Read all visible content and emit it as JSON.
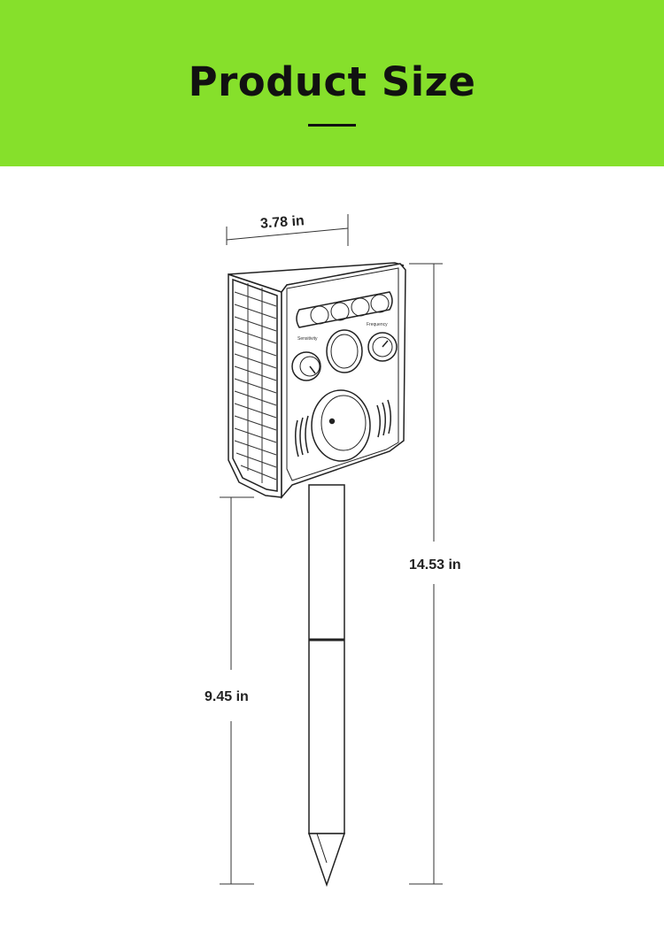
{
  "header": {
    "title": "Product Size",
    "background_color": "#86e02b"
  },
  "dimensions": {
    "width": "3.78 in",
    "total_height": "14.53 in",
    "stake_length": "9.45 in"
  },
  "device": {
    "knob_labels": {
      "left": "Sensitivity",
      "right": "Frequency"
    }
  }
}
